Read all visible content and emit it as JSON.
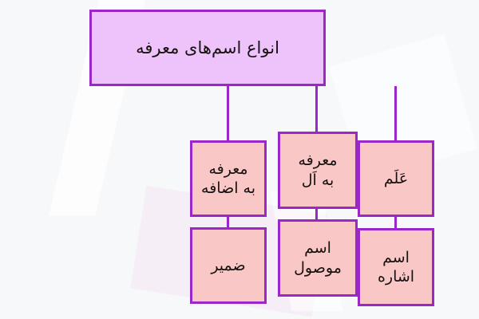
{
  "diagram": {
    "title": "انواع اسم‌های معرفه",
    "language": "fa",
    "direction": "rtl",
    "colors": {
      "background": "#f7f8fa",
      "border": "#9c27c9",
      "root_fill": "#eec3fb",
      "node_fill": "#fac7c7",
      "text": "#17120f"
    },
    "root": {
      "id": "root",
      "label": "انواع اسم‌های معرفه"
    },
    "branches": [
      {
        "id": "branch-ezafe",
        "column": "right",
        "top": {
          "id": "node-moarefe-be-ezafe",
          "lines": [
            "معرفه",
            "به اضافه"
          ]
        },
        "bottom": {
          "id": "node-zamir",
          "lines": [
            "ضمیر"
          ]
        }
      },
      {
        "id": "branch-al",
        "column": "center",
        "top": {
          "id": "node-moarefe-be-al",
          "lines": [
            "معرفه",
            "به اَل"
          ]
        },
        "bottom": {
          "id": "node-esm-mosul",
          "lines": [
            "اسم",
            "موصول"
          ]
        }
      },
      {
        "id": "branch-alam",
        "column": "left",
        "top": {
          "id": "node-alam",
          "lines": [
            "عَلَم"
          ]
        },
        "bottom": {
          "id": "node-esm-eshare",
          "lines": [
            "اسم",
            "اشاره"
          ]
        }
      }
    ]
  }
}
